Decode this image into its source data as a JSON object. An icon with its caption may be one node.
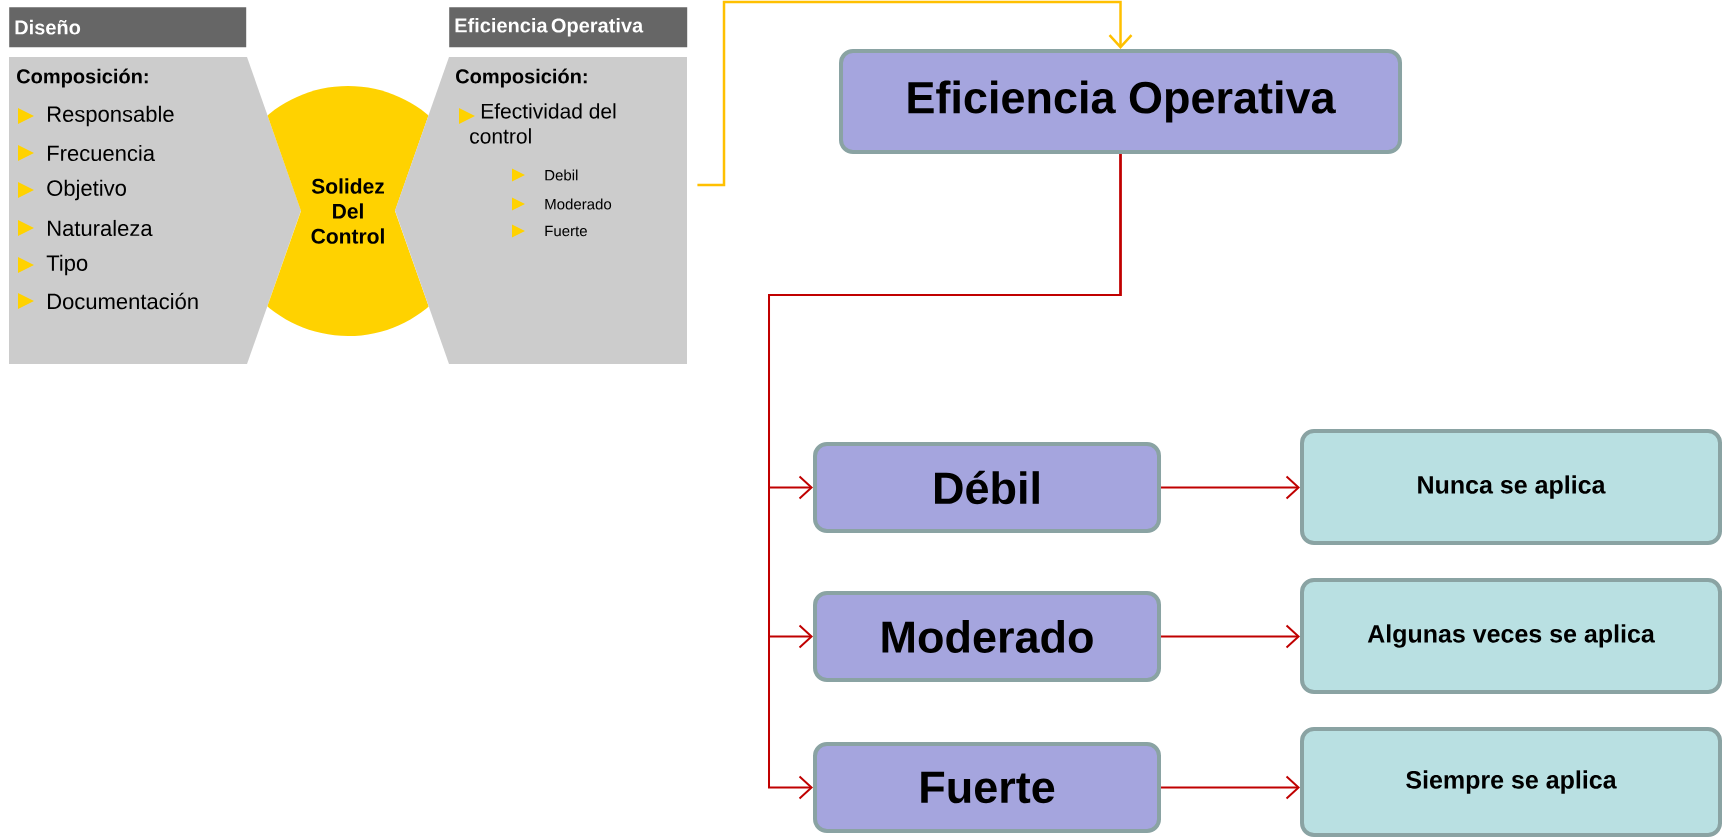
{
  "diagram": {
    "nodes": [
      {
        "text": [
          "Diseño"
        ]
      },
      {
        "text": [
          "Composición:",
          "Responsable",
          "Frecuencia",
          "Objetivo",
          "Naturaleza",
          "Tipo",
          "Documentación"
        ]
      },
      {
        "text": [
          "Solidez Del Control"
        ]
      },
      {
        "text": [
          "Eficiencia Operativa"
        ]
      },
      {
        "text": [
          "Composición:",
          "Efectividad del control",
          "Debil",
          "Moderado",
          "Fuerte"
        ]
      },
      {
        "text": [
          "Eficiencia Operativa"
        ]
      },
      {
        "text": [
          "Débil"
        ]
      },
      {
        "text": [
          "Moderado"
        ]
      },
      {
        "text": [
          "Fuerte"
        ]
      },
      {
        "text": [
          "Nunca se aplica"
        ]
      },
      {
        "text": [
          "Algunas veces se aplica"
        ]
      },
      {
        "text": [
          "Siempre se aplica"
        ]
      }
    ],
    "edges": [
      {
        "from": 4,
        "to": 5,
        "arrow": "to",
        "color": "#ffc000"
      },
      {
        "from": 5,
        "to": 6,
        "arrow": "to"
      },
      {
        "from": 5,
        "to": 7,
        "arrow": "to"
      },
      {
        "from": 5,
        "to": 8,
        "arrow": "to"
      },
      {
        "from": 6,
        "to": 9,
        "arrow": "to"
      },
      {
        "from": 7,
        "to": 10,
        "arrow": "to"
      },
      {
        "from": 8,
        "to": 11,
        "arrow": "to"
      }
    ]
  }
}
